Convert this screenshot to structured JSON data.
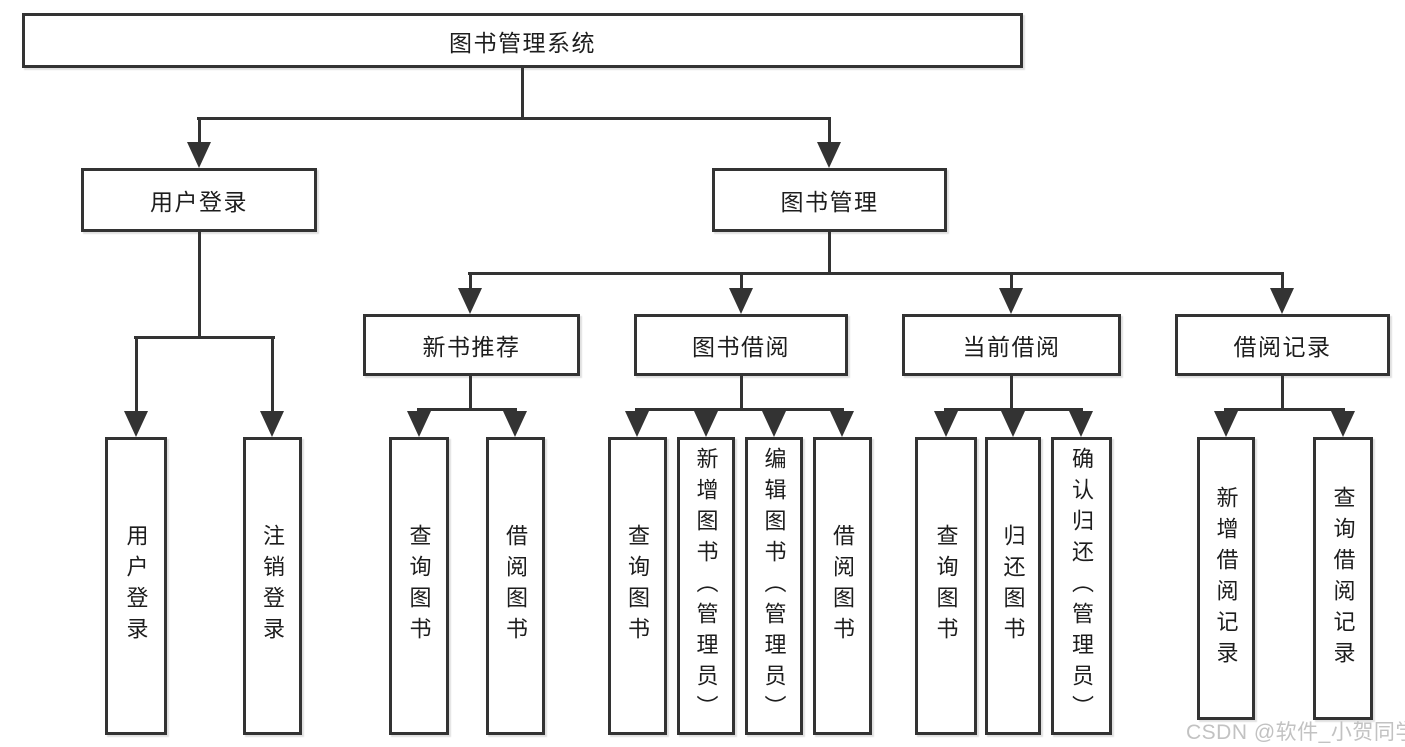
{
  "diagram": {
    "root": {
      "label": "图书管理系统"
    },
    "branches": [
      {
        "label": "用户登录",
        "leaves": [
          {
            "label": "用户登录"
          },
          {
            "label": "注销登录"
          }
        ]
      },
      {
        "label": "图书管理",
        "groups": [
          {
            "label": "新书推荐",
            "leaves": [
              {
                "label": "查询图书"
              },
              {
                "label": "借阅图书"
              }
            ]
          },
          {
            "label": "图书借阅",
            "leaves": [
              {
                "label": "查询图书"
              },
              {
                "label": "新增图书（管理员）"
              },
              {
                "label": "编辑图书（管理员）"
              },
              {
                "label": "借阅图书"
              }
            ]
          },
          {
            "label": "当前借阅",
            "leaves": [
              {
                "label": "查询图书"
              },
              {
                "label": "归还图书"
              },
              {
                "label": "确认归还（管理员）"
              }
            ]
          },
          {
            "label": "借阅记录",
            "leaves": [
              {
                "label": "新增借阅记录"
              },
              {
                "label": "查询借阅记录"
              }
            ]
          }
        ]
      }
    ]
  },
  "watermark": {
    "text": "CSDN @软件_小贺同学"
  },
  "colors": {
    "line": "#333333",
    "text": "#1d1d1d",
    "background": "#ffffff",
    "watermark": "#c2c2c2"
  }
}
